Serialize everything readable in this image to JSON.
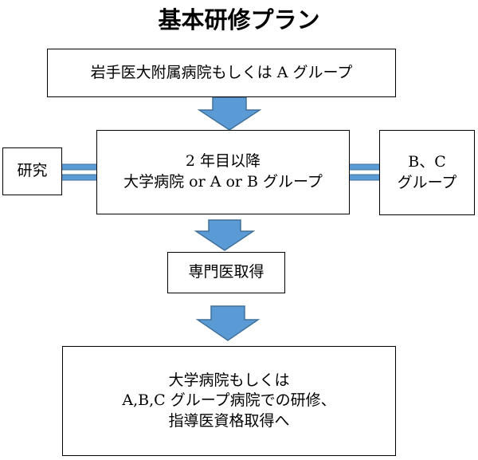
{
  "title": "基本研修プラン",
  "box_top": "岩手医大附属病院もしくは A グループ",
  "box_mid": {
    "line1": "2 年目以降",
    "line2": "大学病院 or A or B グループ"
  },
  "box_research": "研究",
  "box_right": {
    "line1": "B、C",
    "line2": "グループ"
  },
  "box_specialist": "専門医取得",
  "box_bottom": {
    "line1": "大学病院もしくは",
    "line2": "A,B,C グループ病院での研修、",
    "line3": "指導医資格取得へ"
  },
  "colors": {
    "arrow_fill": "#5b9bd5",
    "arrow_stroke": "#41719c",
    "box_border": "#000000"
  }
}
